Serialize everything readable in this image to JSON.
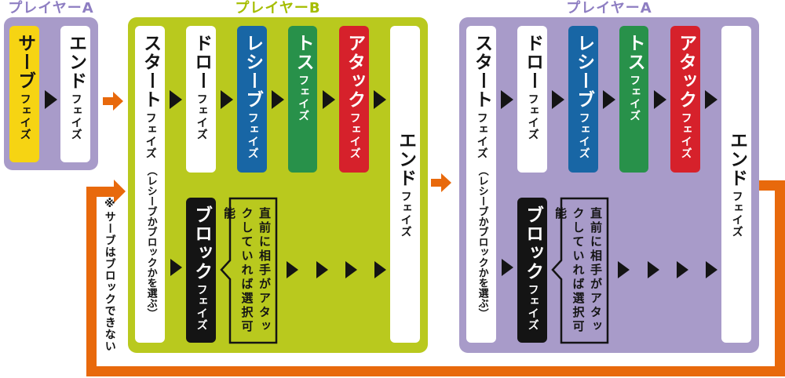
{
  "titles": {
    "serve_player": "プレイヤーA",
    "rally_player_b": "プレイヤーB",
    "rally_player_a": "プレイヤーA"
  },
  "phases": {
    "serve": {
      "main": "サーブ",
      "suffix": "フェイズ"
    },
    "start": {
      "main": "スタート",
      "suffix": "フェイズ",
      "note": "（レシーブかブロックかを選ぶ）"
    },
    "draw": {
      "main": "ドロー",
      "suffix": "フェイズ"
    },
    "receive": {
      "main": "レシーブ",
      "suffix": "フェイズ"
    },
    "toss": {
      "main": "トス",
      "suffix": "フェイズ"
    },
    "attack": {
      "main": "アタック",
      "suffix": "フェイズ"
    },
    "end": {
      "main": "エンド",
      "suffix": "フェイズ"
    },
    "block": {
      "main": "ブロック",
      "suffix": "フェイズ"
    }
  },
  "annotations": {
    "block_condition": "直前に相手がアタックしていれば選択可能",
    "serve_footnote": "※サーブはブロックできない"
  },
  "colors": {
    "purple_bg": "#a89bc9",
    "purple_title": "#8e7ec2",
    "lime_bg": "#b9c91e",
    "lime_title": "#a5bd00",
    "yellow": "#f6d413",
    "blue": "#1866a5",
    "green": "#28914a",
    "red": "#d6212b",
    "orange": "#e8690c",
    "ink": "#141414"
  }
}
